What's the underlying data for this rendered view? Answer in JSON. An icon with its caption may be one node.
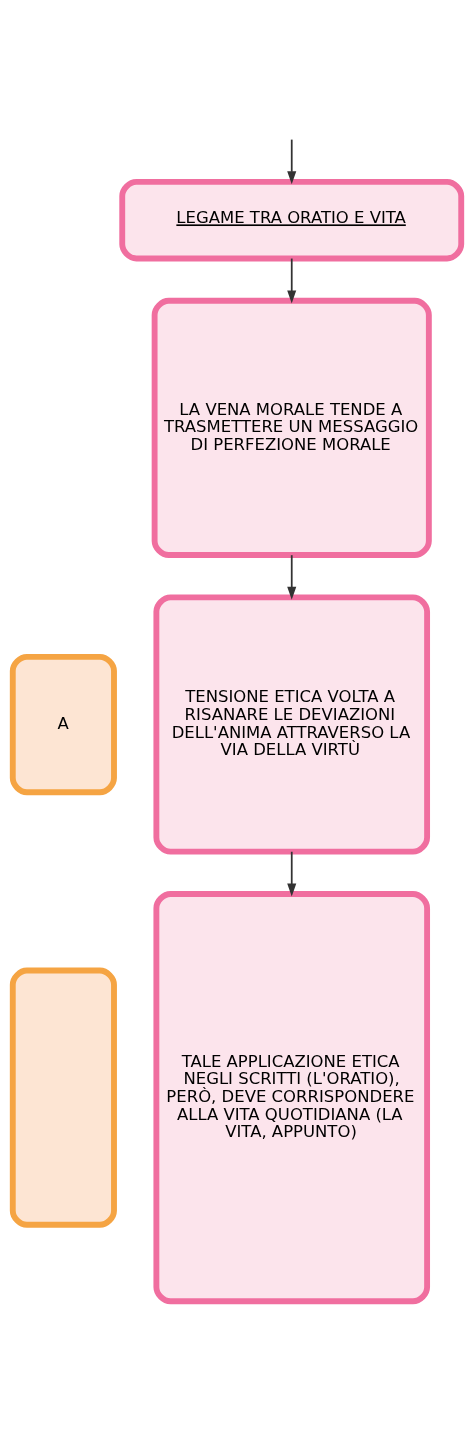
{
  "diagram": {
    "nodes": [
      {
        "text": [
          "LEGAME TRA ORATIO E VITA"
        ]
      },
      {
        "text": [
          "LA VENA MORALE TENDE A TRASMETTERE UN MESSAGGIO DI PERFEZIONE MORALE"
        ]
      },
      {
        "text": [
          "TENSIONE ETICA VOLTA A RISANARE LE DEVIAZIONI DELL'ANIMA ATTRAVERSO LA VIA DELLA VIRTÙ"
        ]
      },
      {
        "text": [
          "TALE APPLICAZIONE ETICA NEGLI SCRITTI (L'ORATIO), PERÒ, DEVE CORRISPONDERE ALLA VITA QUOTIDIANA (LA VITA, APPUNTO)"
        ]
      },
      {
        "text": [
          "A"
        ]
      },
      {
        "text": [],
        "shape": "box"
      }
    ],
    "edges": [
      {
        "from": null,
        "to": 0,
        "arrow": "to"
      },
      {
        "from": 0,
        "to": 1,
        "arrow": "to"
      },
      {
        "from": 1,
        "to": 2,
        "arrow": "to"
      },
      {
        "from": 2,
        "to": 3,
        "arrow": "to"
      }
    ]
  }
}
